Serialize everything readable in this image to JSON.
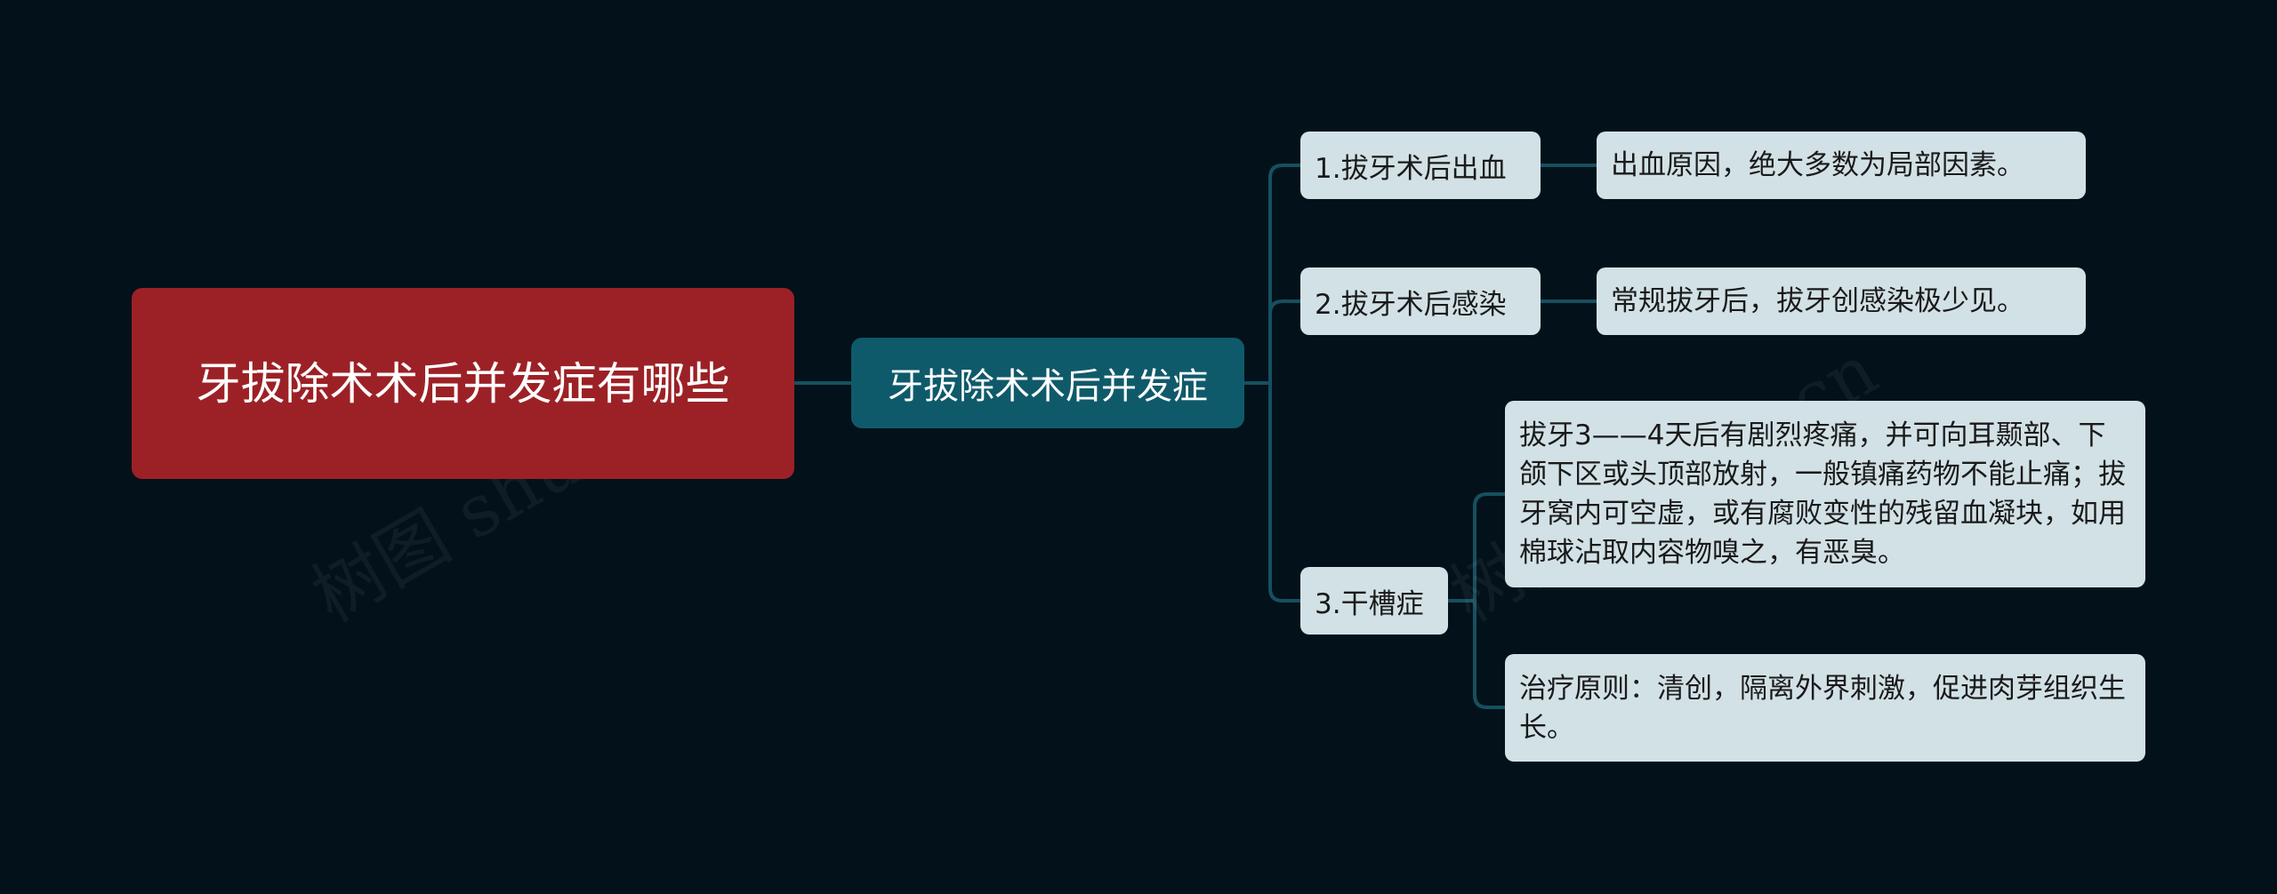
{
  "root": {
    "title": "牙拔除术术后并发症有哪些"
  },
  "main": {
    "title": "牙拔除术术后并发症"
  },
  "branches": [
    {
      "label": "1.拔牙术后出血",
      "details": [
        "出血原因，绝大多数为局部因素。"
      ]
    },
    {
      "label": "2.拔牙术后感染",
      "details": [
        "常规拔牙后，拔牙创感染极少见。"
      ]
    },
    {
      "label": "3.干槽症",
      "details": [
        "拔牙3——4天后有剧烈疼痛，并可向耳颞部、下颌下区或头顶部放射，一般镇痛药物不能止痛；拔牙窝内可空虚，或有腐败变性的残留血凝块，如用棉球沾取内容物嗅之，有恶臭。",
        "治疗原则：清创，隔离外界刺激，促进肉芽组织生长。"
      ]
    }
  ],
  "watermark": "树图 shutu.cn",
  "colors": {
    "background": "#03111a",
    "root": "#9c2126",
    "main": "#0f5a6a",
    "node": "#d2e1e6",
    "connector": "#16505f"
  }
}
